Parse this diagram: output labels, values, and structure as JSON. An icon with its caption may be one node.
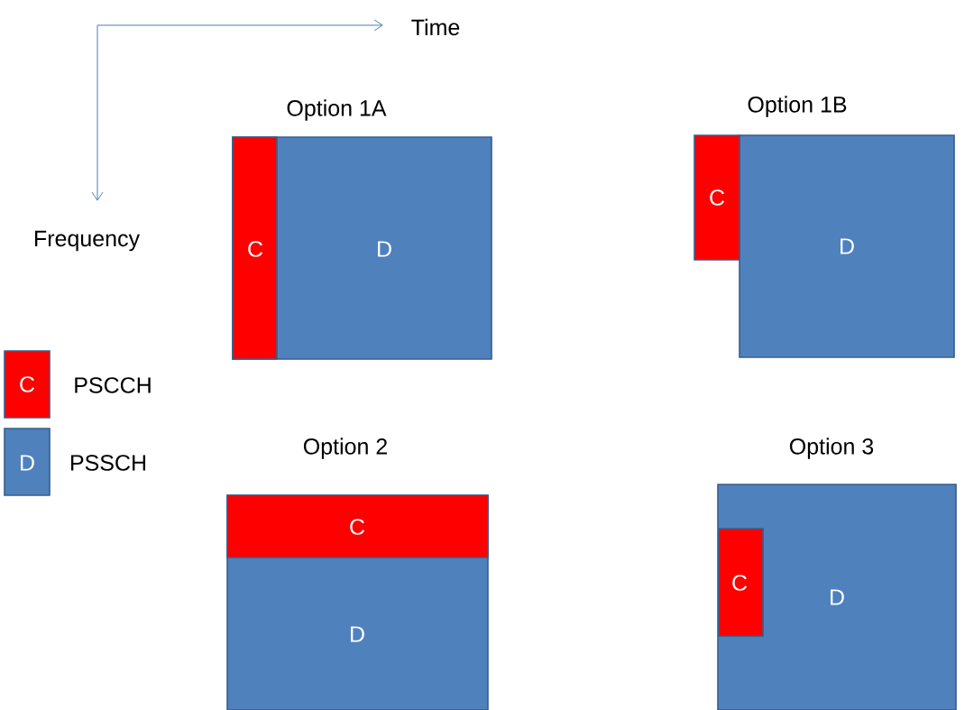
{
  "diagram": {
    "nodes": [
      {
        "text": [
          "Option 1A",
          "D"
        ]
      },
      {
        "text": [
          "C"
        ],
        "in": 0
      },
      {
        "text": [
          "Option 1B",
          "D"
        ]
      },
      {
        "text": [
          "C"
        ]
      },
      {
        "text": [
          "C"
        ],
        "beside": [
          "PSCCH"
        ]
      },
      {
        "text": [
          "D"
        ],
        "beside": [
          "PSSCH"
        ]
      },
      {
        "text": [
          "Option 2",
          "D"
        ]
      },
      {
        "text": [
          "C"
        ],
        "in": 6
      },
      {
        "text": [
          "Option 3",
          "D"
        ]
      },
      {
        "text": [
          "C"
        ],
        "in": 8
      }
    ],
    "labels": [
      "Time",
      "Frequency"
    ]
  }
}
